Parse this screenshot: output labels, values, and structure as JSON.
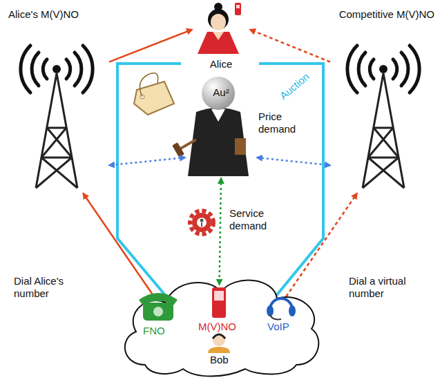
{
  "diagram": {
    "nodes": [
      {
        "text": [
          "Alice's M(V)NO"
        ]
      },
      {
        "text": [
          "Alice"
        ]
      },
      {
        "text": [
          "Competitive M(V)NO"
        ]
      },
      {
        "text": [
          "Au²"
        ]
      },
      {
        "text": [
          "FNO",
          "M(V)NO",
          "VoIP",
          "Bob"
        ]
      }
    ],
    "edges": [
      {
        "from": 0,
        "to": 1,
        "arrow": "to"
      },
      {
        "from": 2,
        "to": 1,
        "arrow": "to"
      },
      {
        "from": 4,
        "to": 0,
        "arrow": "to",
        "label": "Dial Alice's number"
      },
      {
        "from": 4,
        "to": 2,
        "arrow": "to",
        "label": "Dial a virtual number"
      },
      {
        "from": 3,
        "to": 0,
        "arrow": "both"
      },
      {
        "from": 3,
        "to": 2,
        "arrow": "both"
      },
      {
        "from": 3,
        "to": 4,
        "arrow": "both",
        "label": "Service demand"
      }
    ],
    "labels": [
      "Price demand",
      "Auction"
    ]
  }
}
